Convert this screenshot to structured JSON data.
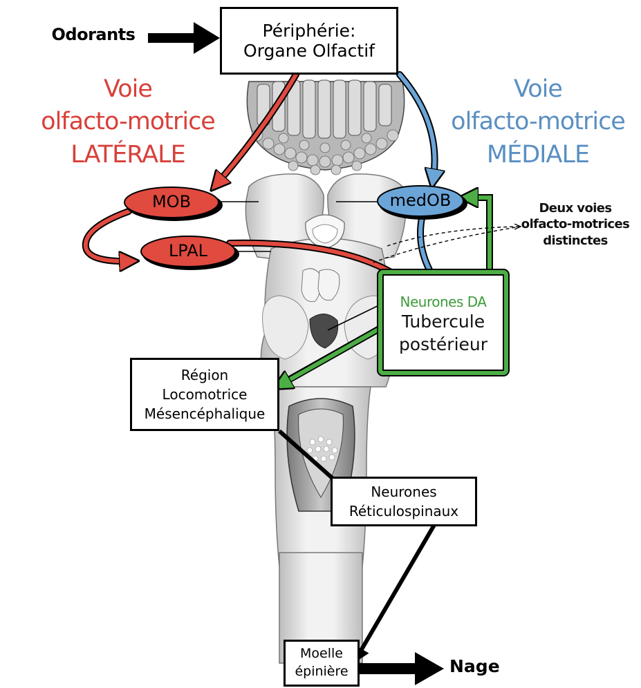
{
  "inputs": {
    "odorants": "Odorants"
  },
  "periphery": {
    "line1": "Périphérie:",
    "line2": "Organe Olfactif"
  },
  "lateral": {
    "line1": "Voie",
    "line2": "olfacto-motrice",
    "line3": "LATÉRALE",
    "color": "#d8403a"
  },
  "medial": {
    "line1": "Voie",
    "line2": "olfacto-motrice",
    "line3": "MÉDIALE",
    "color": "#5a8fc2"
  },
  "nodes": {
    "mob": "MOB",
    "lpal": "LPAL",
    "medob": "medOB",
    "da_neurons": "Neurones DA",
    "tubercle_line1": "Tubercule",
    "tubercle_line2": "postérieur",
    "mlr_line1": "Région",
    "mlr_line2": "Locomotrice",
    "mlr_line3": "Mésencéphalique",
    "rs_line1": "Neurones",
    "rs_line2": "Réticulospinaux",
    "cord_line1": "Moelle",
    "cord_line2": "épinière"
  },
  "annotation": {
    "line1": "Deux voies",
    "line2": "olfacto-motrices",
    "line3": "distinctes"
  },
  "output": {
    "swim": "Nage"
  },
  "colors": {
    "lateral": "#d8403a",
    "medial": "#5a8fc2",
    "dopamine": "#3e9a3a",
    "brain_fill": "#e6e6e6",
    "outline": "#000000"
  }
}
